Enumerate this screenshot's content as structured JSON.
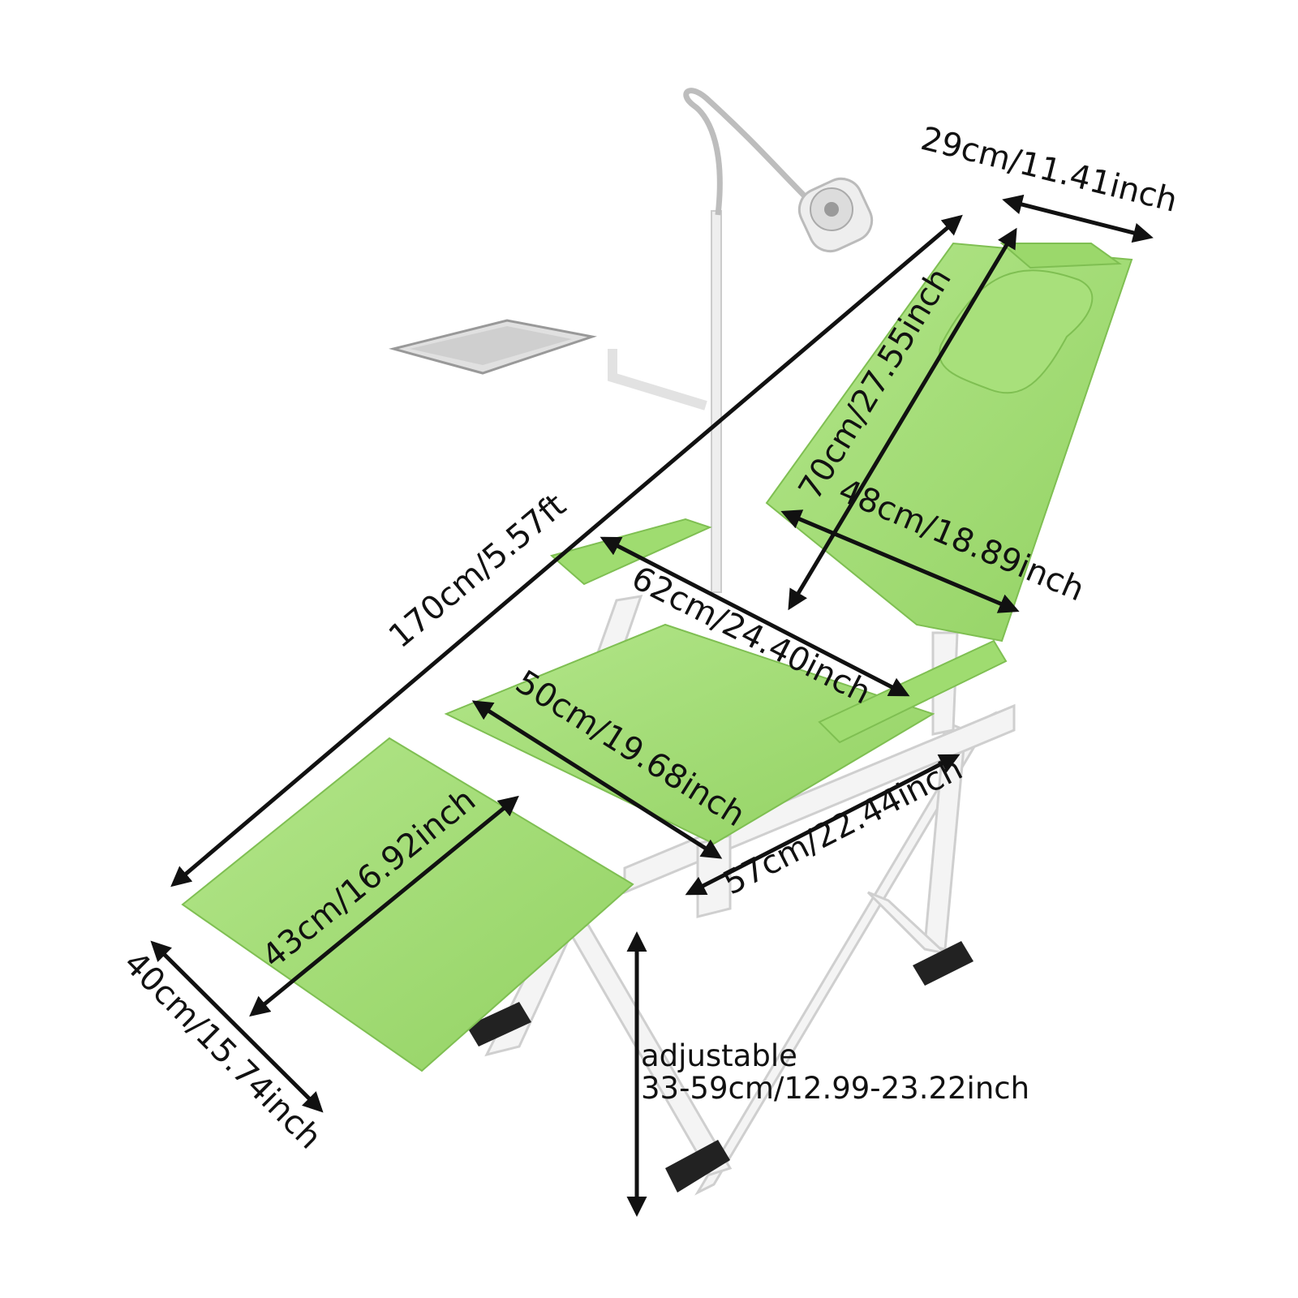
{
  "colors": {
    "seat_green": "#a4dd74",
    "seat_green_dark": "#8ccc5e",
    "frame_white": "#f2f2f2",
    "frame_edge": "#cfcfcf",
    "foot_black": "#222222",
    "metal": "#c9c9c9",
    "arrow": "#111111"
  },
  "dimensions": {
    "total_length": "170cm/5.57ft",
    "headrest_width": "29cm/11.41inch",
    "backrest_length": "70cm/27.55inch",
    "backrest_width": "48cm/18.89inch",
    "armrest_span": "62cm/24.40inch",
    "seat_length": "50cm/19.68inch",
    "leg_rest_length": "43cm/16.92inch",
    "frame_length": "57cm/22.44inch",
    "leg_rest_width": "40cm/15.74inch"
  },
  "height_note": {
    "line1": "adjustable",
    "line2": "33-59cm/12.99-23.22inch"
  }
}
